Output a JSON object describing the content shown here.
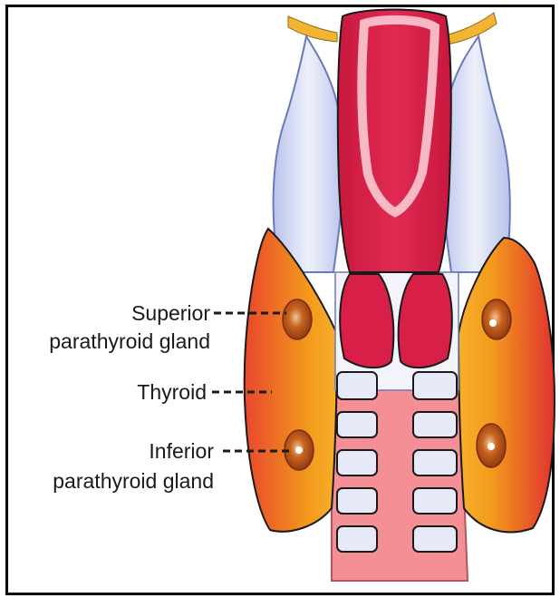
{
  "labels": {
    "superior_line1": "Superior",
    "superior_line2": "parathyroid gland",
    "thyroid": "Thyroid",
    "inferior_line1": "Inferior",
    "inferior_line2": "parathyroid gland"
  },
  "colors": {
    "thyroid_orange": "#f39a1c",
    "thyroid_red": "#e03a32",
    "cartilage_red": "#d81f48",
    "trachea_pink": "#f48f95",
    "ring_blue": "#e6eaf8",
    "gland_brown": "#9a3f16",
    "bone_yellow": "#f4b433"
  }
}
